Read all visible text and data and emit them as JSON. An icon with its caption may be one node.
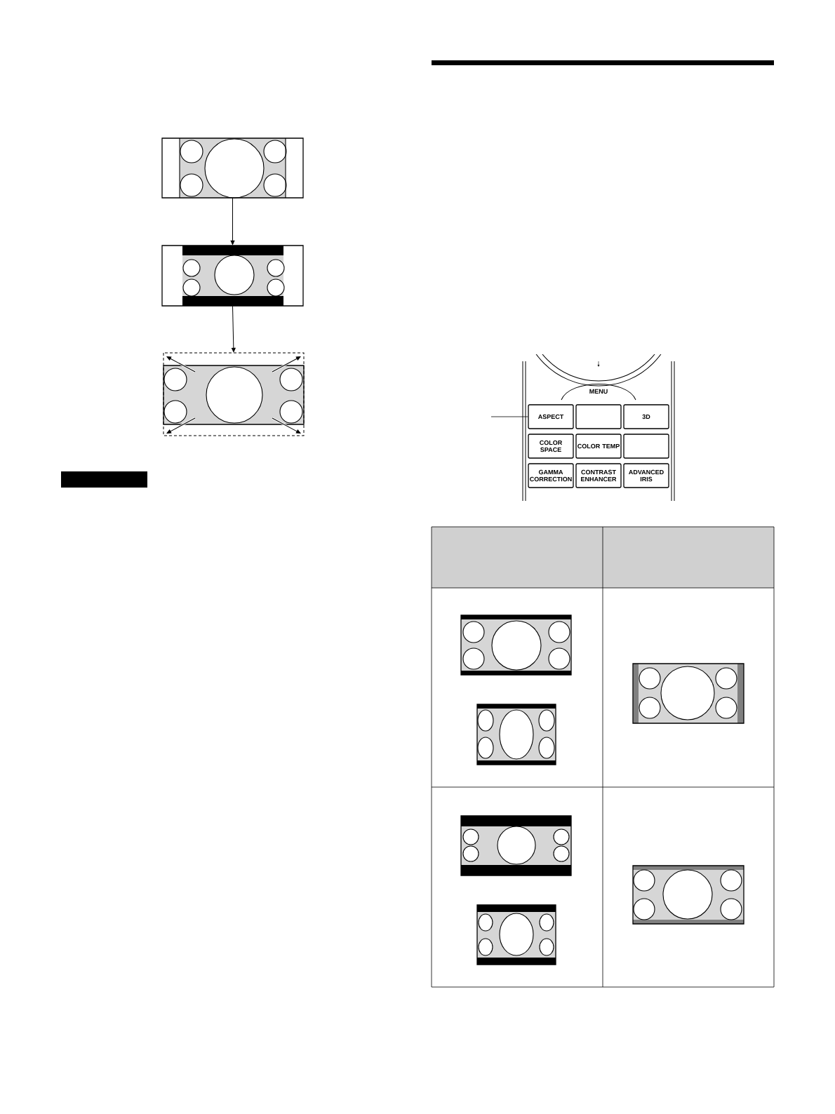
{
  "diagram": {
    "nodes": [
      {
        "text": [],
        "shape": "picture"
      },
      {
        "text": [],
        "shape": "picture"
      },
      {
        "text": [],
        "shape": "picture"
      },
      {
        "text": [
          "MENU"
        ]
      },
      {
        "text": [
          "ASPECT"
        ]
      },
      {
        "text": [],
        "shape": "box"
      },
      {
        "text": [
          "3D"
        ]
      },
      {
        "text": [
          "COLOR SPACE"
        ]
      },
      {
        "text": [
          "COLOR TEMP"
        ]
      },
      {
        "text": [],
        "shape": "box"
      },
      {
        "text": [
          "GAMMA CORRECTION"
        ]
      },
      {
        "text": [
          "CONTRAST ENHANCER"
        ]
      },
      {
        "text": [
          "ADVANCED IRIS"
        ]
      },
      {
        "text": [],
        "shape": "bar"
      }
    ],
    "edges": [
      {
        "from": 0,
        "to": 1,
        "arrow": "to"
      },
      {
        "from": 1,
        "to": 2,
        "arrow": "to"
      },
      {
        "from": null,
        "to": 4,
        "arrow": "none"
      }
    ]
  }
}
